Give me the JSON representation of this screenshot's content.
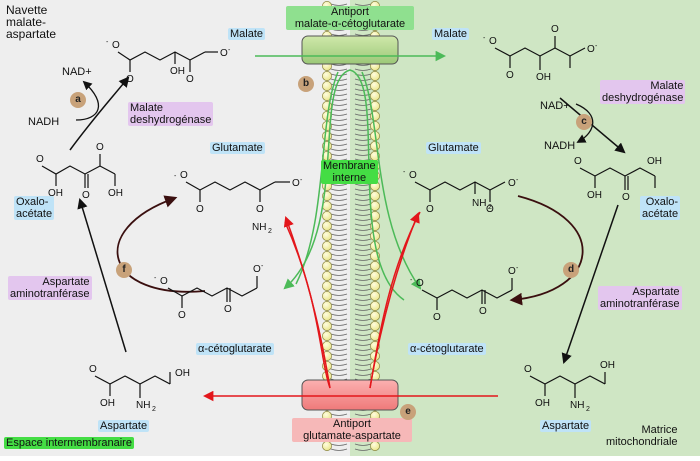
{
  "title_line1": "Navette",
  "title_line2": "malate-",
  "title_line3": "aspartate",
  "antiport_top_1": "Antiport",
  "antiport_top_2": "malate-α-cétoglutarate",
  "antiport_bottom_1": "Antiport",
  "antiport_bottom_2": "glutamate-aspartate",
  "membrane_1": "Membrane",
  "membrane_2": "interne",
  "left": {
    "malate": "Malate",
    "nad": "NAD+",
    "nadh": "NADH",
    "mdh_1": "Malate",
    "mdh_2": "deshydrogénase",
    "glutamate": "Glutamate",
    "oxalo_1": "Oxalo-",
    "oxalo_2": "acétate",
    "asp_amino_1": "Aspartate",
    "asp_amino_2": "aminotranférase",
    "akg": "α-cétoglutarate",
    "aspartate": "Aspartate",
    "space": "Espace intermembranaire"
  },
  "right": {
    "malate": "Malate",
    "nad": "NAD+",
    "nadh": "NADH",
    "mdh_1": "Malate",
    "mdh_2": "deshydrogénase",
    "glutamate": "Glutamate",
    "oxalo_1": "Oxalo-",
    "oxalo_2": "acétate",
    "asp_amino_1": "Aspartate",
    "asp_amino_2": "aminotranférase",
    "akg": "α-cétoglutarate",
    "aspartate": "Aspartate",
    "matrix_1": "Matrice",
    "matrix_2": "mitochondriale"
  },
  "badges": {
    "a": "a",
    "b": "b",
    "c": "c",
    "d": "d",
    "e": "e",
    "f": "f"
  },
  "atoms": {
    "O": "O",
    "OH": "OH",
    "NH2": "NH",
    "sub2": "2",
    "minus": "-"
  },
  "colors": {
    "left_bg": "#eeeeee",
    "right_bg": "#cfe6c4",
    "green_arrow": "#4cba58",
    "red_arrow": "#e3161b",
    "dark_arrow": "#3a0f0f",
    "membrane_head": "#f3f0a6",
    "transporter_top": "#b4d88c",
    "transporter_bottom": "#f48b8b"
  }
}
